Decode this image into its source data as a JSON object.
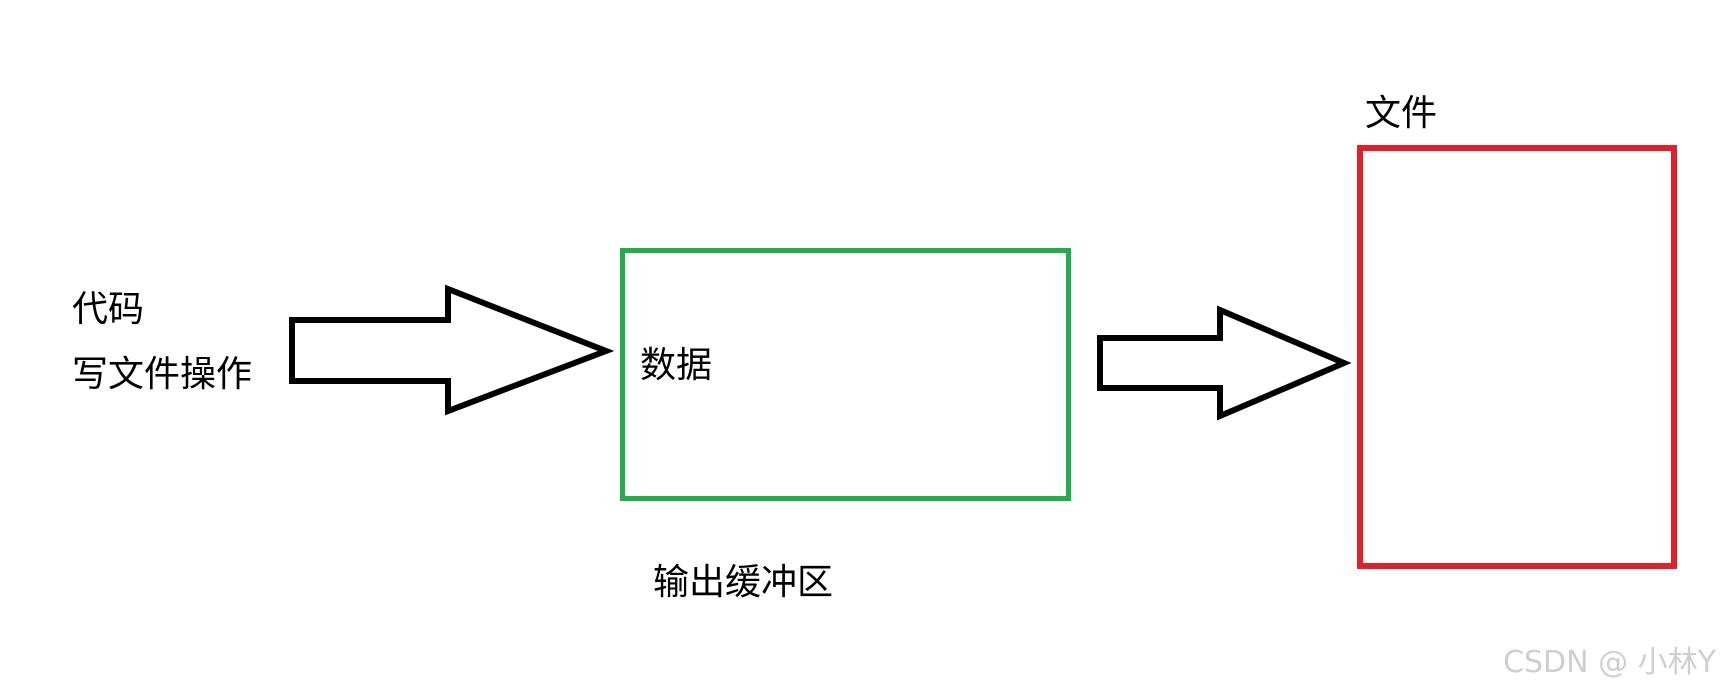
{
  "labels": {
    "code": "代码",
    "operation": "写文件操作",
    "data": "数据",
    "buffer": "输出缓冲区",
    "file": "文件"
  },
  "watermark": "CSDN @ 小林Y",
  "colors": {
    "buffer_border": "#22ac4b",
    "file_border": "#e0202b",
    "arrow_stroke": "#000000",
    "watermark": "#cfcfcf"
  },
  "icons": {
    "arrow_1": "right-arrow-icon",
    "arrow_2": "right-arrow-icon"
  }
}
